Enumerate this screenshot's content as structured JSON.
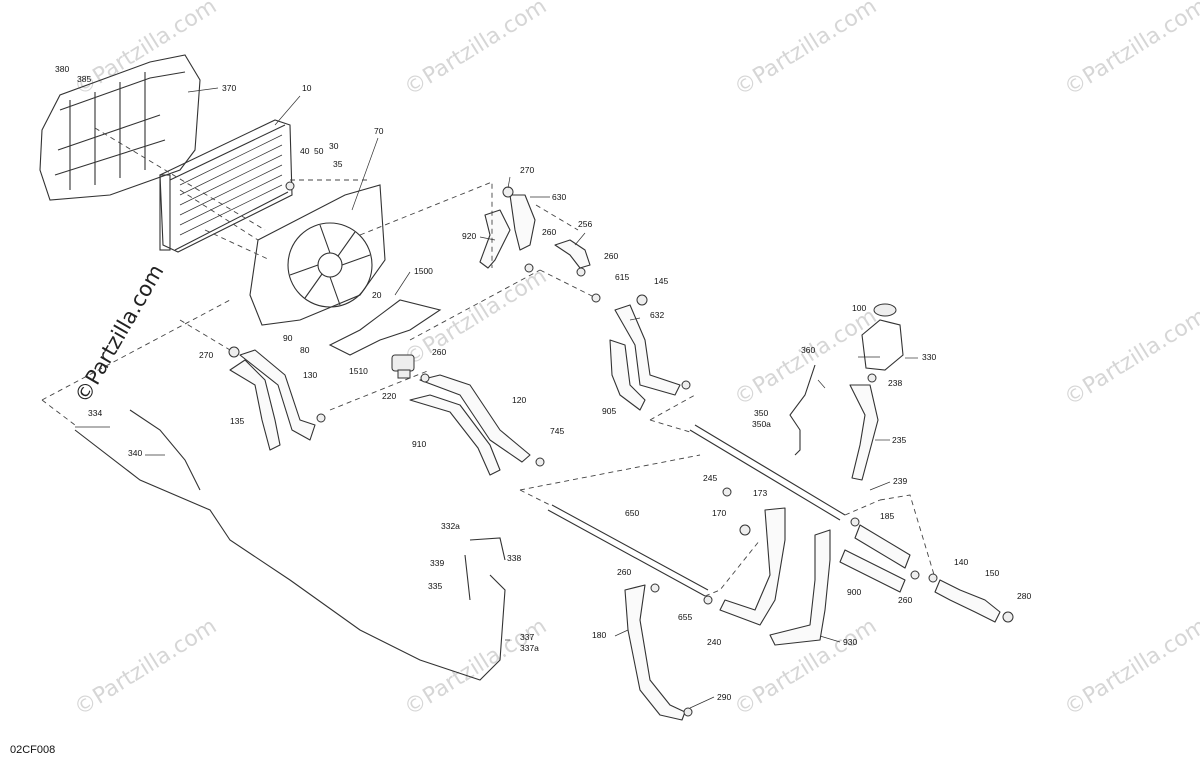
{
  "watermark": "©Partzilla.com",
  "diagram_code": "02CF008",
  "callouts": [
    {
      "id": "c380",
      "text": "380"
    },
    {
      "id": "c385",
      "text": "385"
    },
    {
      "id": "c370",
      "text": "370"
    },
    {
      "id": "c10",
      "text": "10"
    },
    {
      "id": "c70",
      "text": "70"
    },
    {
      "id": "c40",
      "text": "40"
    },
    {
      "id": "c50",
      "text": "50"
    },
    {
      "id": "c30",
      "text": "30"
    },
    {
      "id": "c35",
      "text": "35"
    },
    {
      "id": "c20",
      "text": "20"
    },
    {
      "id": "c90",
      "text": "90"
    },
    {
      "id": "c80",
      "text": "80"
    },
    {
      "id": "c1500",
      "text": "1500"
    },
    {
      "id": "c1510",
      "text": "1510"
    },
    {
      "id": "c270a",
      "text": "270"
    },
    {
      "id": "c130",
      "text": "130"
    },
    {
      "id": "c135",
      "text": "135"
    },
    {
      "id": "c334",
      "text": "334"
    },
    {
      "id": "c340",
      "text": "340"
    },
    {
      "id": "c270b",
      "text": "270"
    },
    {
      "id": "c630",
      "text": "630"
    },
    {
      "id": "c920",
      "text": "920"
    },
    {
      "id": "c260a",
      "text": "260"
    },
    {
      "id": "c256",
      "text": "256"
    },
    {
      "id": "c260b",
      "text": "260"
    },
    {
      "id": "c615",
      "text": "615"
    },
    {
      "id": "c145",
      "text": "145"
    },
    {
      "id": "c632",
      "text": "632"
    },
    {
      "id": "c260c",
      "text": "260"
    },
    {
      "id": "c220",
      "text": "220"
    },
    {
      "id": "c120",
      "text": "120"
    },
    {
      "id": "c905",
      "text": "905"
    },
    {
      "id": "c910",
      "text": "910"
    },
    {
      "id": "c745",
      "text": "745"
    },
    {
      "id": "c100",
      "text": "100"
    },
    {
      "id": "c360",
      "text": "360"
    },
    {
      "id": "c330",
      "text": "330"
    },
    {
      "id": "c238",
      "text": "238"
    },
    {
      "id": "c350",
      "text": "350"
    },
    {
      "id": "c350a",
      "text": "350a"
    },
    {
      "id": "c235",
      "text": "235"
    },
    {
      "id": "c245",
      "text": "245"
    },
    {
      "id": "c173",
      "text": "173"
    },
    {
      "id": "c239",
      "text": "239"
    },
    {
      "id": "c170",
      "text": "170"
    },
    {
      "id": "c650",
      "text": "650"
    },
    {
      "id": "c185",
      "text": "185"
    },
    {
      "id": "c332a",
      "text": "332a"
    },
    {
      "id": "c338",
      "text": "338"
    },
    {
      "id": "c339",
      "text": "339"
    },
    {
      "id": "c335",
      "text": "335"
    },
    {
      "id": "c260d",
      "text": "260"
    },
    {
      "id": "c140",
      "text": "140"
    },
    {
      "id": "c150",
      "text": "150"
    },
    {
      "id": "c900",
      "text": "900"
    },
    {
      "id": "c260e",
      "text": "260"
    },
    {
      "id": "c280",
      "text": "280"
    },
    {
      "id": "c655",
      "text": "655"
    },
    {
      "id": "c180",
      "text": "180"
    },
    {
      "id": "c240",
      "text": "240"
    },
    {
      "id": "c930",
      "text": "930"
    },
    {
      "id": "c337",
      "text": "337"
    },
    {
      "id": "c337a",
      "text": "337a"
    },
    {
      "id": "c290",
      "text": "290"
    }
  ]
}
